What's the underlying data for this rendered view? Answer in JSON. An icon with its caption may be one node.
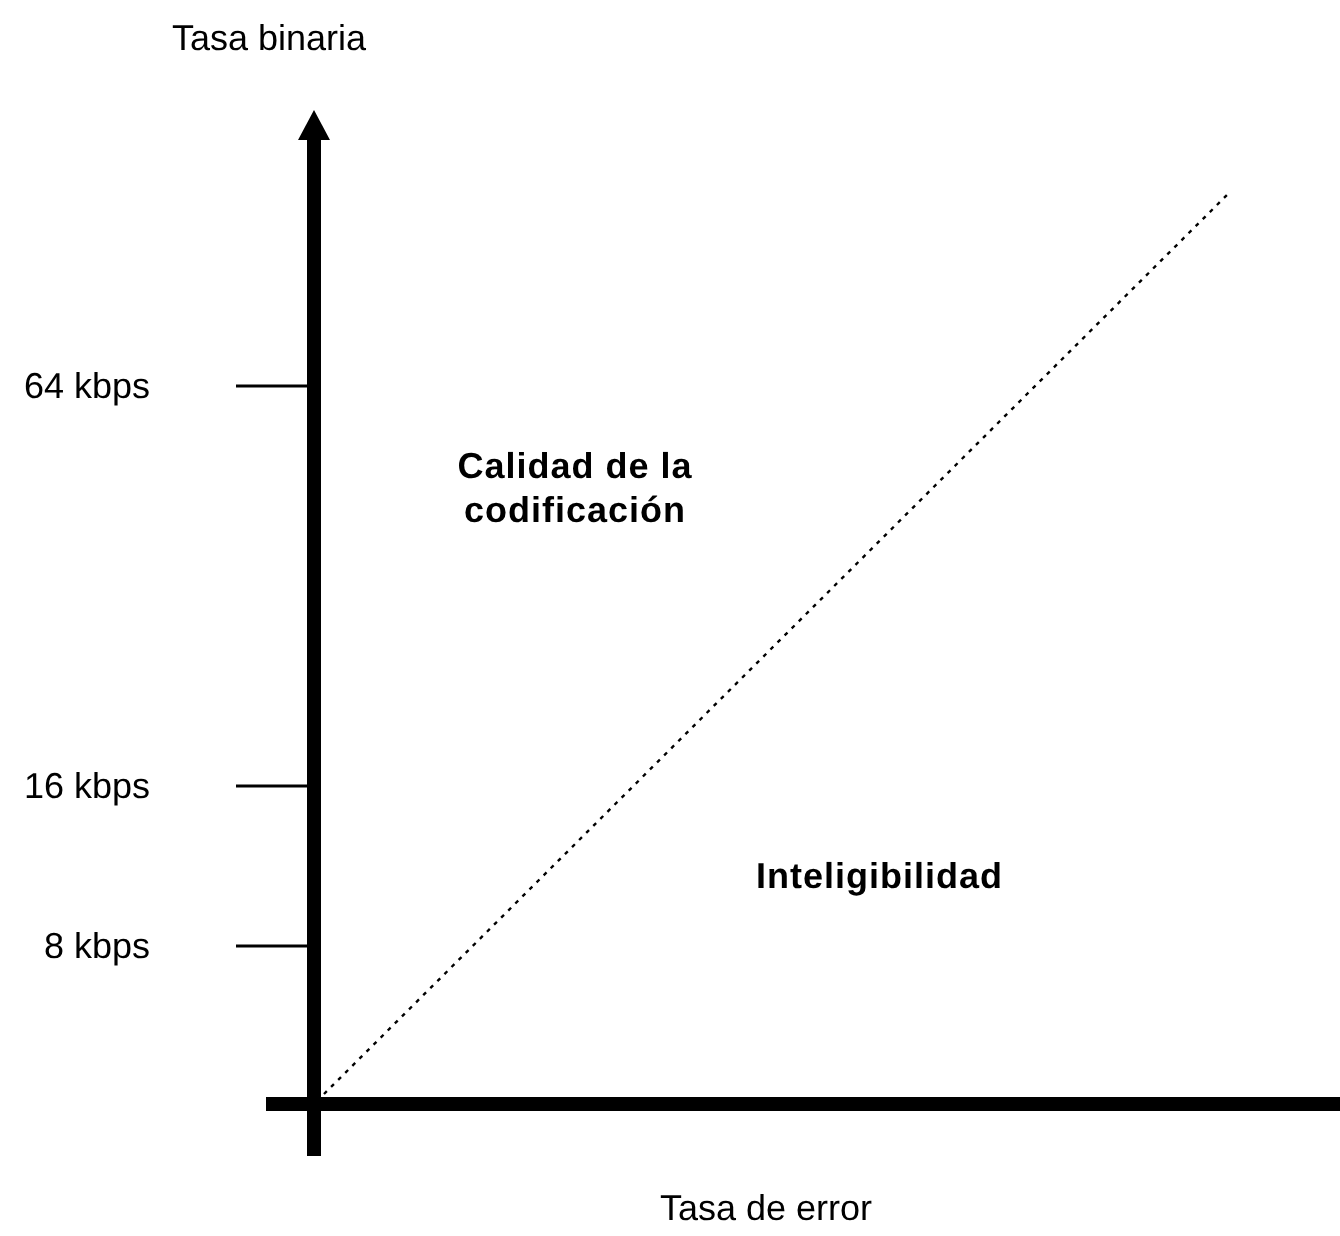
{
  "diagram": {
    "labels": [
      "Tasa binaria",
      "64 kbps",
      "Calidad de la codificación",
      "16 kbps",
      "Inteligibilidad",
      "8 kbps",
      "Tasa de error"
    ]
  }
}
